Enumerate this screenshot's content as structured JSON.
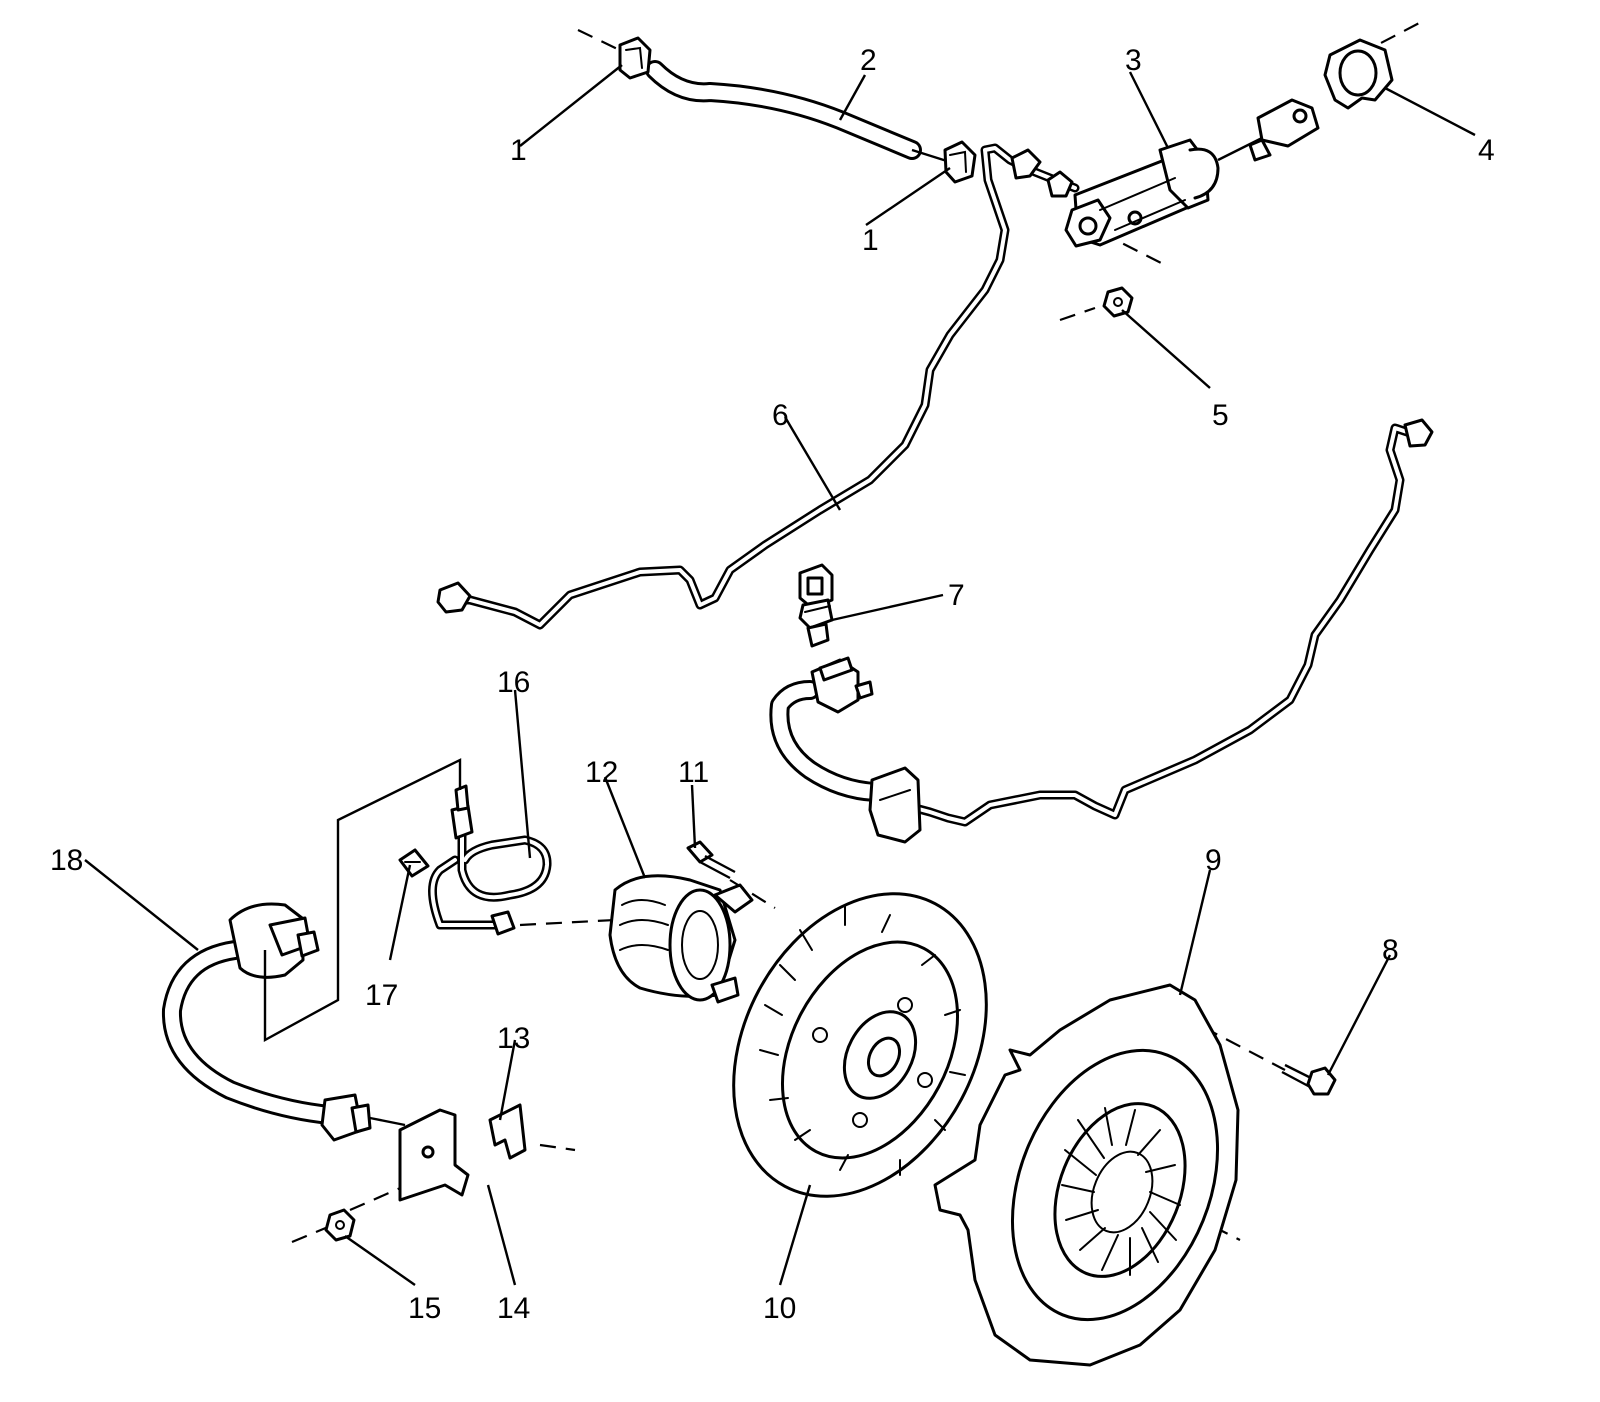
{
  "callouts": [
    {
      "id": "1a",
      "text": "1"
    },
    {
      "id": "2",
      "text": "2"
    },
    {
      "id": "3",
      "text": "3"
    },
    {
      "id": "4",
      "text": "4"
    },
    {
      "id": "1b",
      "text": "1"
    },
    {
      "id": "5",
      "text": "5"
    },
    {
      "id": "6",
      "text": "6"
    },
    {
      "id": "7",
      "text": "7"
    },
    {
      "id": "16",
      "text": "16"
    },
    {
      "id": "12",
      "text": "12"
    },
    {
      "id": "11",
      "text": "11"
    },
    {
      "id": "18",
      "text": "18"
    },
    {
      "id": "17",
      "text": "17"
    },
    {
      "id": "13",
      "text": "13"
    },
    {
      "id": "9",
      "text": "9"
    },
    {
      "id": "8",
      "text": "8"
    },
    {
      "id": "15",
      "text": "15"
    },
    {
      "id": "14",
      "text": "14"
    },
    {
      "id": "10",
      "text": "10"
    }
  ]
}
